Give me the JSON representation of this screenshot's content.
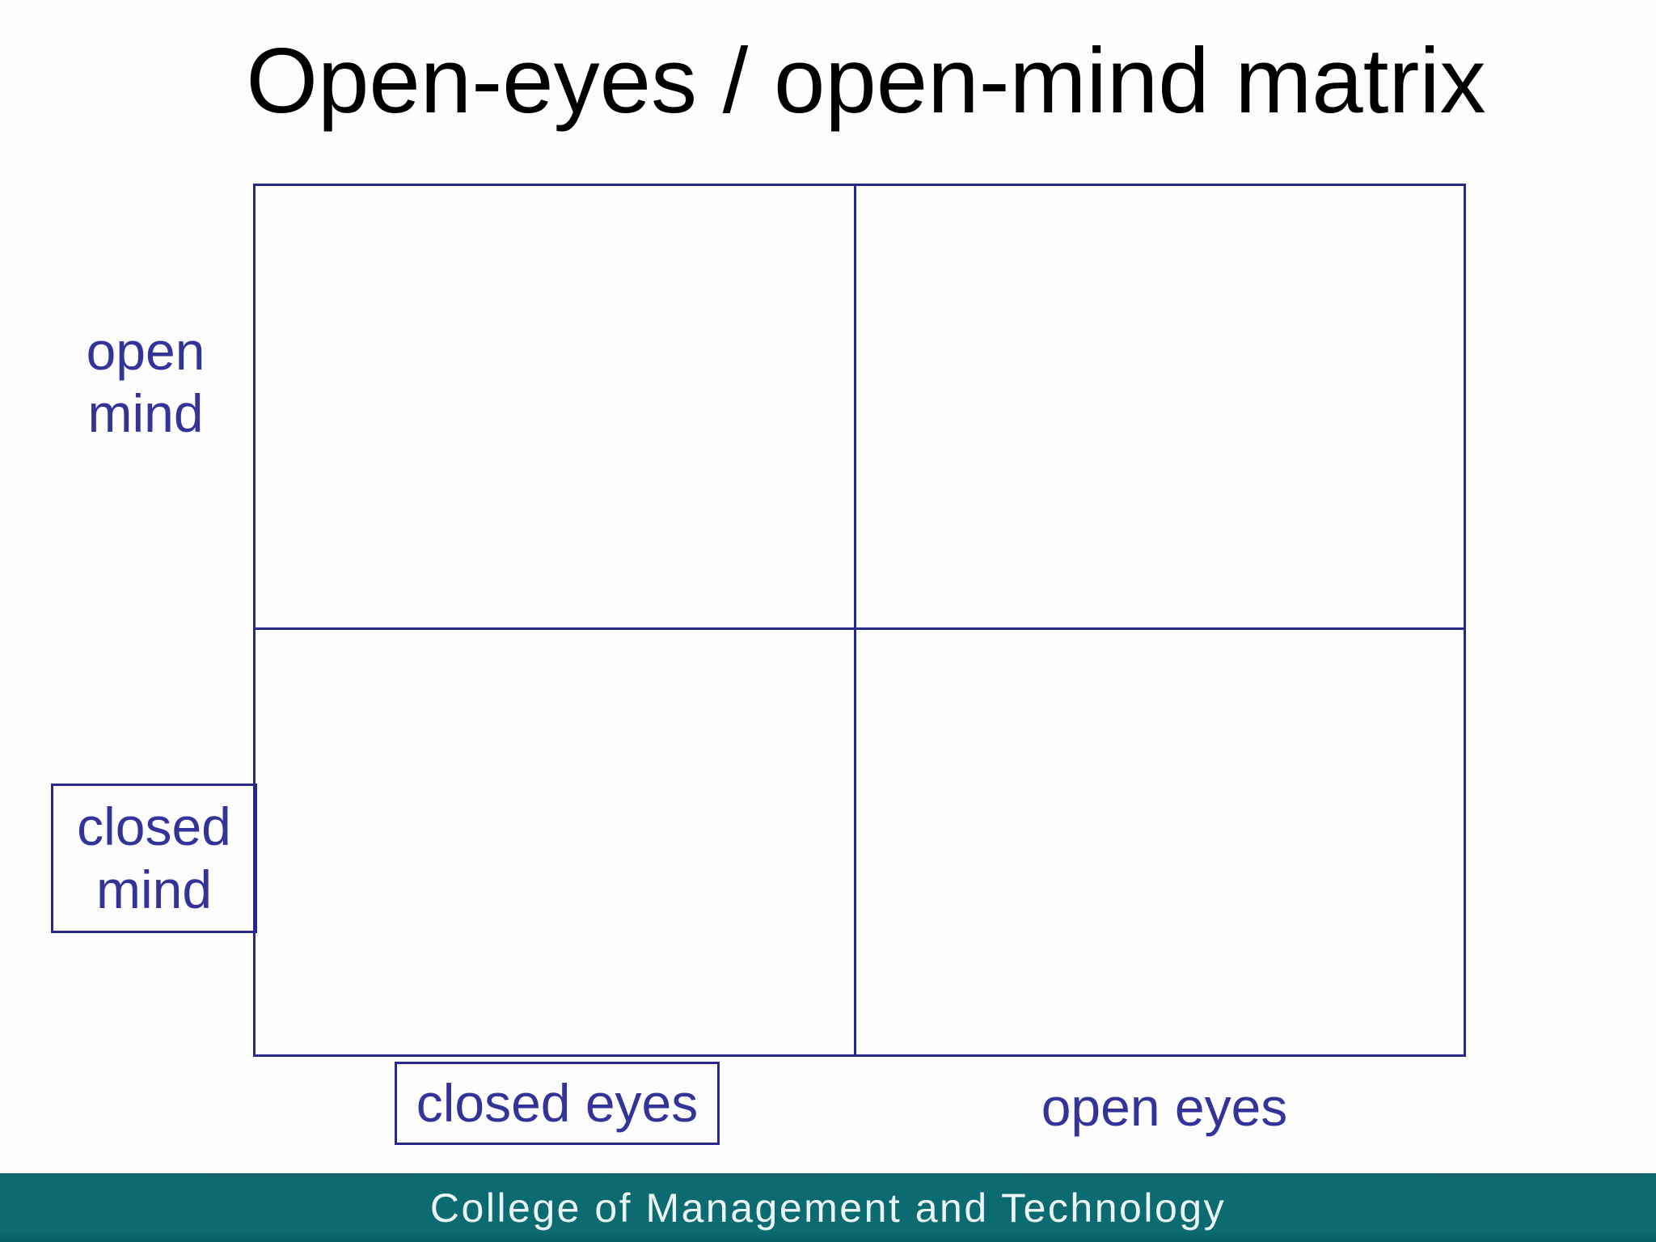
{
  "slide": {
    "title": "Open-eyes / open-mind matrix"
  },
  "matrix": {
    "row_labels": [
      {
        "text": "open\nmind",
        "boxed": false
      },
      {
        "text": "closed\nmind",
        "boxed": true
      }
    ],
    "col_labels": [
      {
        "text": "closed eyes",
        "boxed": true
      },
      {
        "text": "open eyes",
        "boxed": false
      }
    ]
  },
  "footer": {
    "text": "College of Management and Technology"
  },
  "colors": {
    "title_text": "#000000",
    "matrix_line_navy": "#29298C",
    "label_blue": "#333399",
    "footer_teal": "#0C6B70",
    "footer_text": "#EAF5F4",
    "slide_background": "#FDFDFD"
  }
}
